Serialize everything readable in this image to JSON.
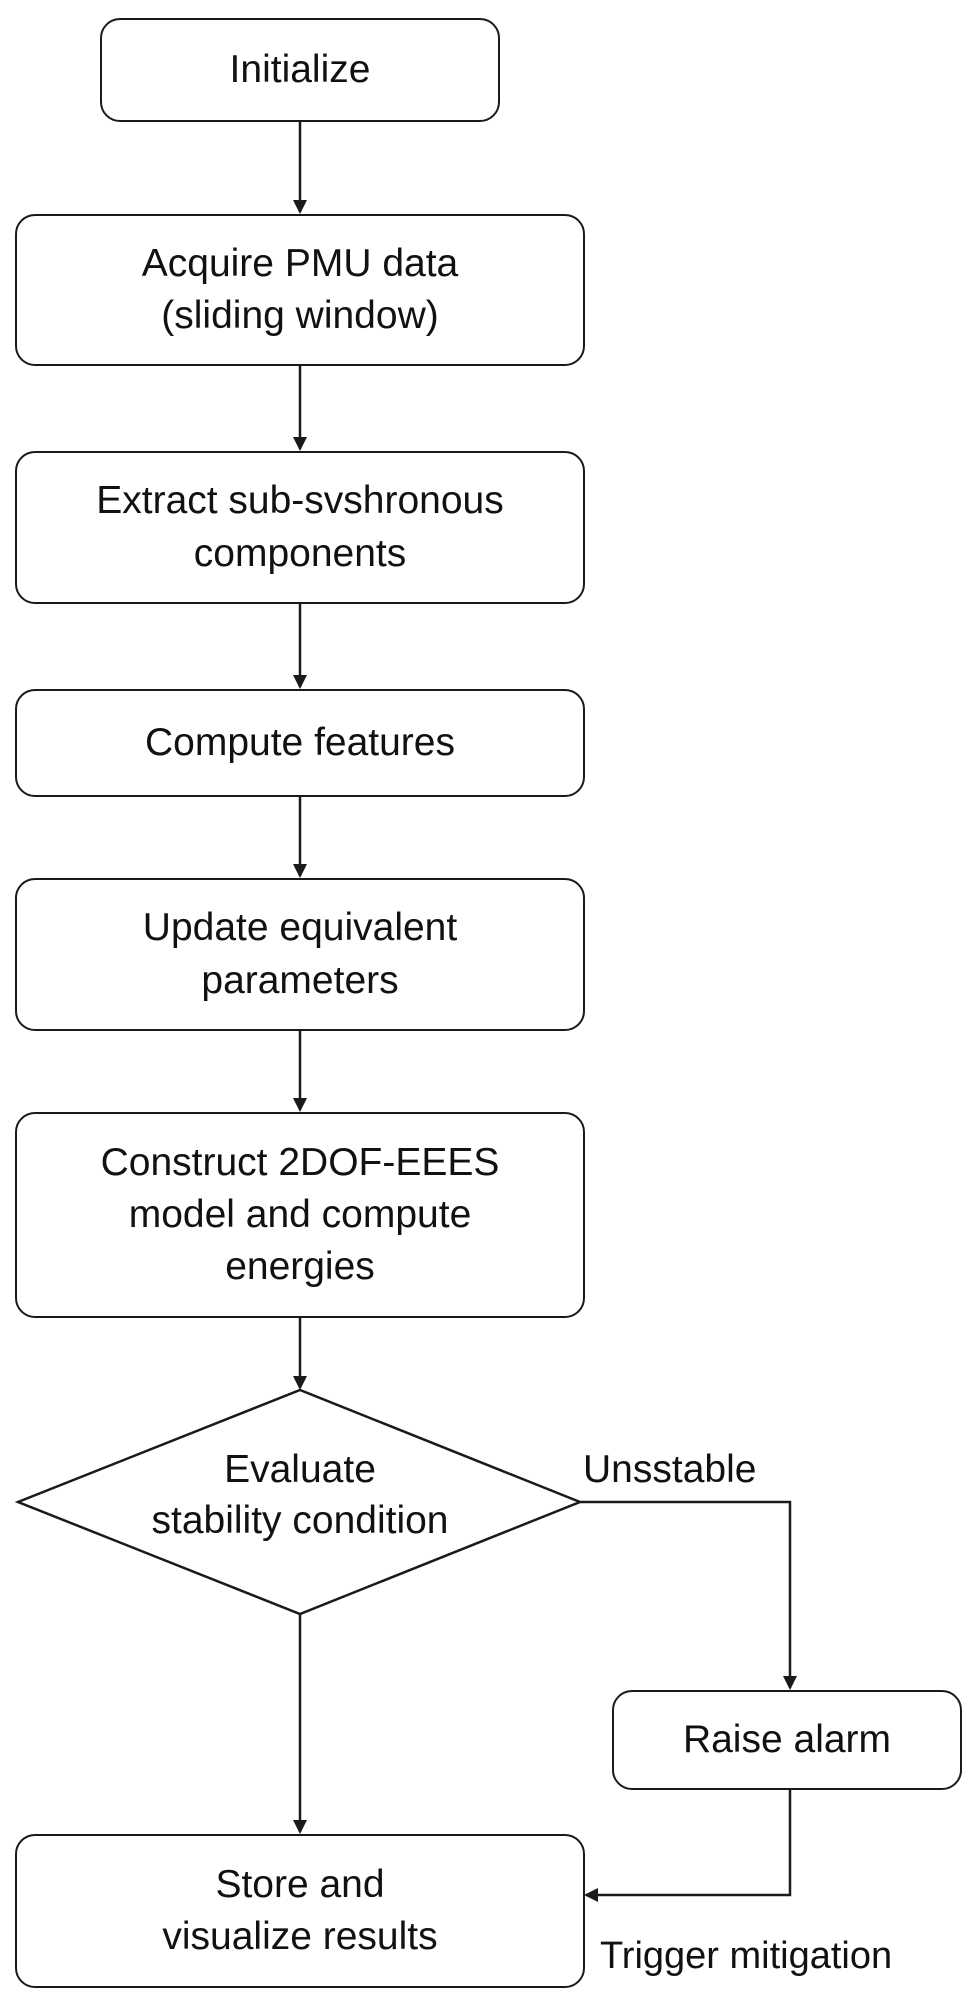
{
  "nodes": {
    "initialize": "Initialize",
    "acquire": [
      "Acquire PMU data",
      "(sliding window)"
    ],
    "extract": [
      "Extract sub-svshronous",
      "components"
    ],
    "features": "Compute features",
    "update": [
      "Update equivalent",
      "parameters"
    ],
    "construct": [
      "Construct 2DOF-EEES",
      "model and compute",
      "energies"
    ],
    "evaluate": [
      "Evaluate",
      "stability condition"
    ],
    "alarm": "Raise alarm",
    "store": [
      "Store and",
      "visualize results"
    ]
  },
  "edge_labels": {
    "unstable": "Unsstable",
    "trigger": "Trigger mitigation"
  }
}
